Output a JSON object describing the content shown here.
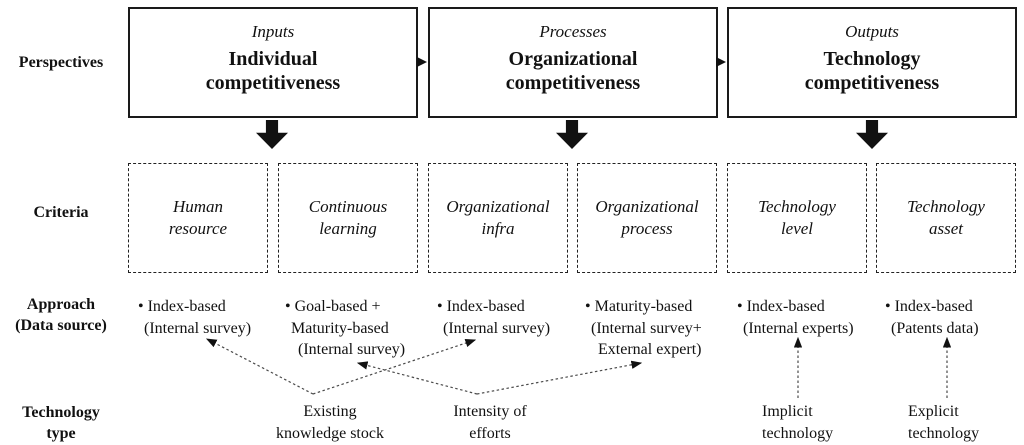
{
  "row_labels": {
    "perspectives": "Perspectives",
    "criteria": "Criteria",
    "approach_line1": "Approach",
    "approach_line2": "(Data source)",
    "technology_line1": "Technology",
    "technology_line2": "type"
  },
  "perspectives": [
    {
      "subtitle": "Inputs",
      "title_line1": "Individual",
      "title_line2": "competitiveness"
    },
    {
      "subtitle": "Processes",
      "title_line1": "Organizational",
      "title_line2": "competitiveness"
    },
    {
      "subtitle": "Outputs",
      "title_line1": "Technology",
      "title_line2": "competitiveness"
    }
  ],
  "criteria": [
    {
      "line1": "Human",
      "line2": "resource"
    },
    {
      "line1": "Continuous",
      "line2": "learning"
    },
    {
      "line1": "Organizational",
      "line2": "infra"
    },
    {
      "line1": "Organizational",
      "line2": "process"
    },
    {
      "line1": "Technology",
      "line2": "level"
    },
    {
      "line1": "Technology",
      "line2": "asset"
    }
  ],
  "approach": [
    {
      "lines": [
        "• Index-based",
        "(Internal survey)"
      ]
    },
    {
      "lines": [
        "• Goal-based +",
        "Maturity-based",
        "(Internal survey)"
      ]
    },
    {
      "lines": [
        "• Index-based",
        "(Internal survey)"
      ]
    },
    {
      "lines": [
        "• Maturity-based",
        "(Internal survey+",
        "External expert)"
      ]
    },
    {
      "lines": [
        "• Index-based",
        "(Internal experts)"
      ]
    },
    {
      "lines": [
        "• Index-based",
        "(Patents data)"
      ]
    }
  ],
  "technology_type": [
    {
      "line1": "Existing",
      "line2": "knowledge stock"
    },
    {
      "line1": "Intensity of",
      "line2": "efforts"
    },
    {
      "line1": "Implicit",
      "line2": "technology"
    },
    {
      "line1": "Explicit",
      "line2": "technology"
    }
  ],
  "colors": {
    "text": "#111111",
    "box_border": "#1a1a1a",
    "dashed_border": "#222222",
    "connector": "#4a4a4a"
  }
}
